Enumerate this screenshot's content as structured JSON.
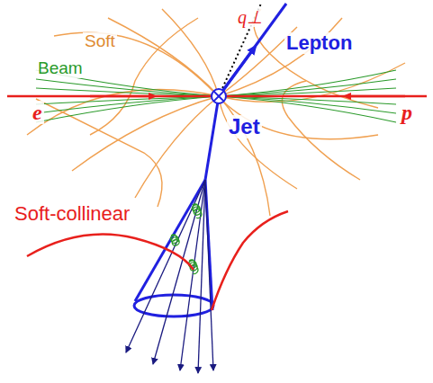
{
  "diagram": {
    "labels": [
      "q⊥",
      "Lepton",
      "Soft",
      "Beam",
      "e",
      "p",
      "Jet",
      "Soft-collinear"
    ]
  }
}
